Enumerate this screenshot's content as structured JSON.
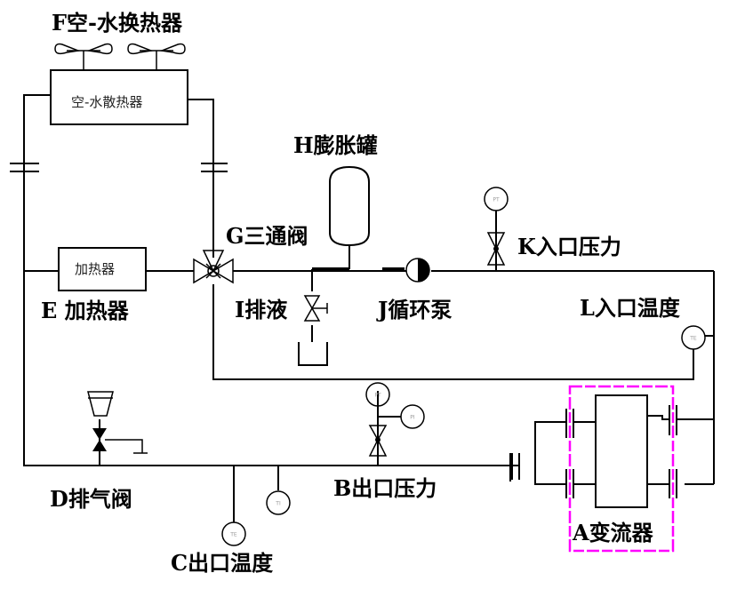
{
  "diagram": {
    "title": "Converter cooling water loop schematic",
    "accent_color": "#ff00ff",
    "labels": {
      "F": "F空-水换热器",
      "H": "H膨胀罐",
      "G": "G三通阀",
      "E": "E 加热器",
      "I": "I排液",
      "J": "J循环泵",
      "K": "K入口压力",
      "L": "L入口温度",
      "D": "D排气阀",
      "B": "B出口压力",
      "C": "C出口温度",
      "A": "A变流器"
    },
    "inner_labels": {
      "air_water_radiator": "空-水散热器",
      "heater": "加热器"
    },
    "instruments": {
      "K_transmitter": "PT",
      "L_sensor": "TE",
      "B_transmitter": "PT",
      "B_indicator": "PI",
      "C_sensor": "TE",
      "C_indicator": "TI"
    }
  }
}
